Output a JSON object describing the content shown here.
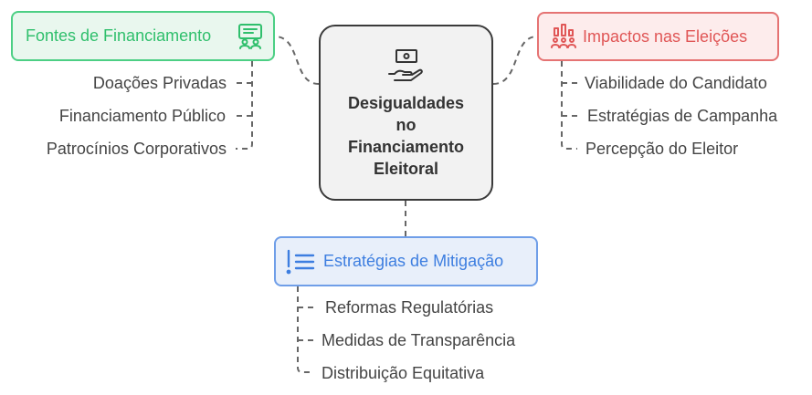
{
  "center": {
    "title": "Desigualdades\nno\nFinanciamento\nEleitoral",
    "icon": "money-hand-icon"
  },
  "sources": {
    "title": "Fontes de Financiamento",
    "icon": "certificate-people-icon",
    "color": "#2fbf6c",
    "items": [
      "Doações Privadas",
      "Financiamento Público",
      "Patrocínios Corporativos"
    ]
  },
  "impacts": {
    "title": "Impactos nas Eleições",
    "icon": "bar-chart-people-icon",
    "color": "#e05656",
    "items": [
      "Viabilidade do Candidato",
      "Estratégias de Campanha",
      "Percepção do Eleitor"
    ]
  },
  "mitigation": {
    "title": "Estratégias de Mitigação",
    "icon": "list-alert-icon",
    "color": "#3d7ee0",
    "items": [
      "Reformas Regulatórias",
      "Medidas de Transparência",
      "Distribuição Equitativa"
    ]
  }
}
